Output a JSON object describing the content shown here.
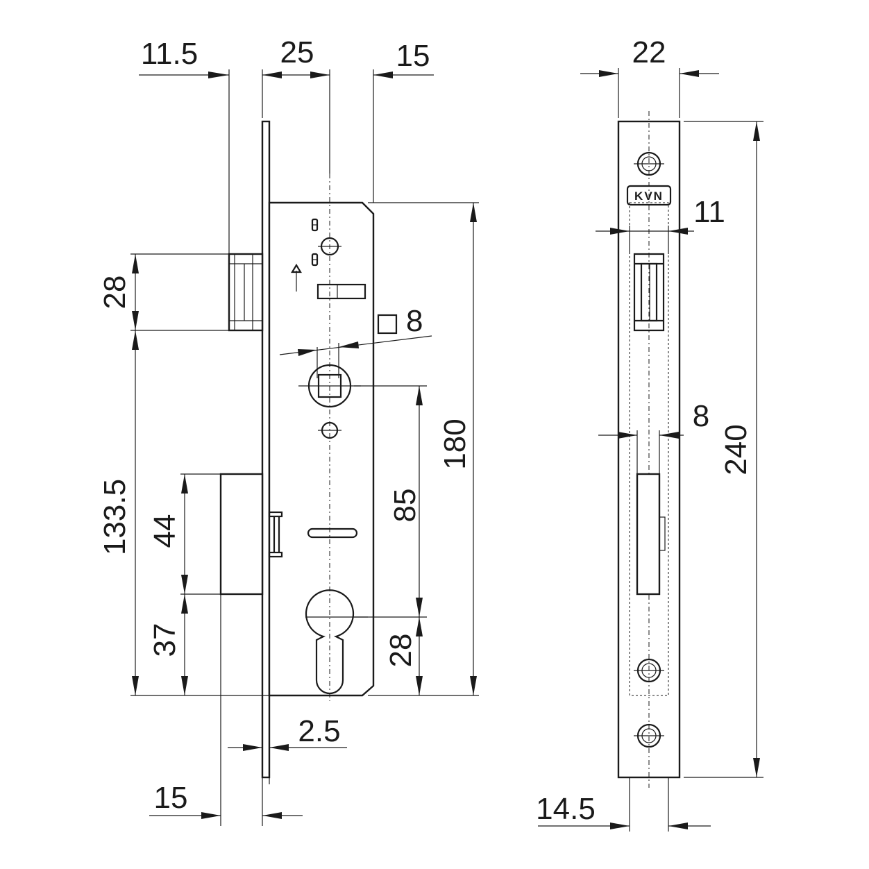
{
  "front_view": {
    "dims": {
      "bolt_overhang": "11.5",
      "backset": "25",
      "case_offset": "15",
      "latch_height": "28",
      "square_size": "8",
      "case_height": "180",
      "handle_to_cylinder": "85",
      "deadbolt_height": "44",
      "latch_to_bottom": "133.5",
      "deadbolt_to_bottom": "37",
      "cylinder_to_bottom": "28",
      "faceplate_thickness": "2.5",
      "deadbolt_projection": "15"
    }
  },
  "side_view": {
    "logo": "KVN",
    "dims": {
      "faceplate_width": "22",
      "latch_width": "11",
      "slot_width": "8",
      "faceplate_height": "240",
      "center_offset": "14.5"
    }
  }
}
